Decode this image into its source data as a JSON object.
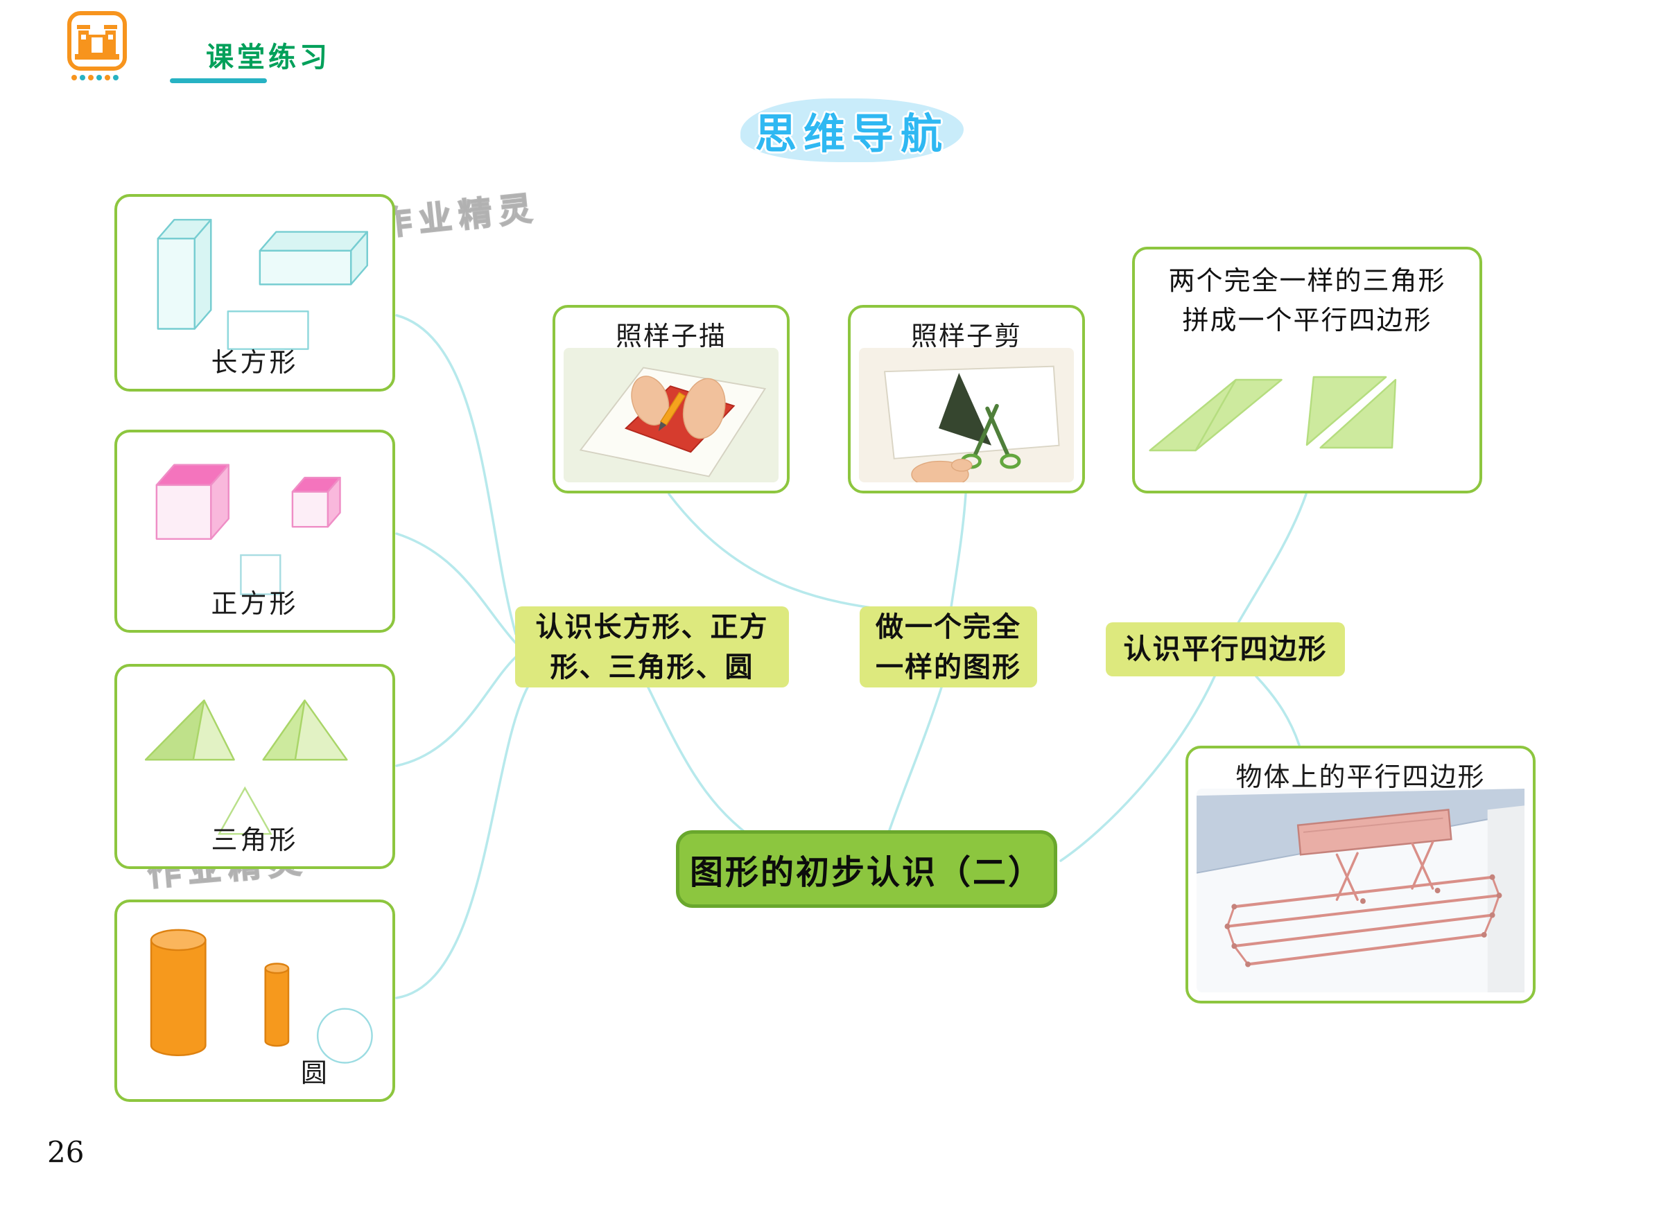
{
  "page": {
    "number": "26",
    "watermark": "作业精灵"
  },
  "header": {
    "brand": "课堂练习"
  },
  "title": "思维导航",
  "left_boxes": [
    {
      "id": "rectangles",
      "label": "长方形"
    },
    {
      "id": "squares",
      "label": "正方形"
    },
    {
      "id": "triangles",
      "label": "三角形"
    },
    {
      "id": "circles",
      "label": "圆"
    }
  ],
  "action_boxes": [
    {
      "id": "trace",
      "label": "照样子描"
    },
    {
      "id": "cut",
      "label": "照样子剪"
    }
  ],
  "parallelogram_box": {
    "line1": "两个完全一样的三角形",
    "line2": "拼成一个平行四边形"
  },
  "branch_labels": [
    {
      "line1": "认识长方形、正方",
      "line2": "形、三角形、圆"
    },
    {
      "line1": "做一个完全",
      "line2": "一样的图形"
    },
    {
      "line1": "认识平行四边形",
      "line2": ""
    }
  ],
  "center_node": {
    "label": "图形的初步认识（二）"
  },
  "object_box": {
    "label": "物体上的平行四边形"
  },
  "colors": {
    "box_border": "#8dc63f",
    "branch_bg": "#dde97e",
    "center_bg": "#8cc63f",
    "center_border": "#69a72d",
    "connector": "#b7e9ec",
    "title_blue": "#2fb8f2",
    "header_green": "#00a05a",
    "cyan_shape": "#76cdd1",
    "pink_shape": "#f474bd",
    "green_shape": "#cdea9e",
    "orange_shape": "#f6991d"
  }
}
